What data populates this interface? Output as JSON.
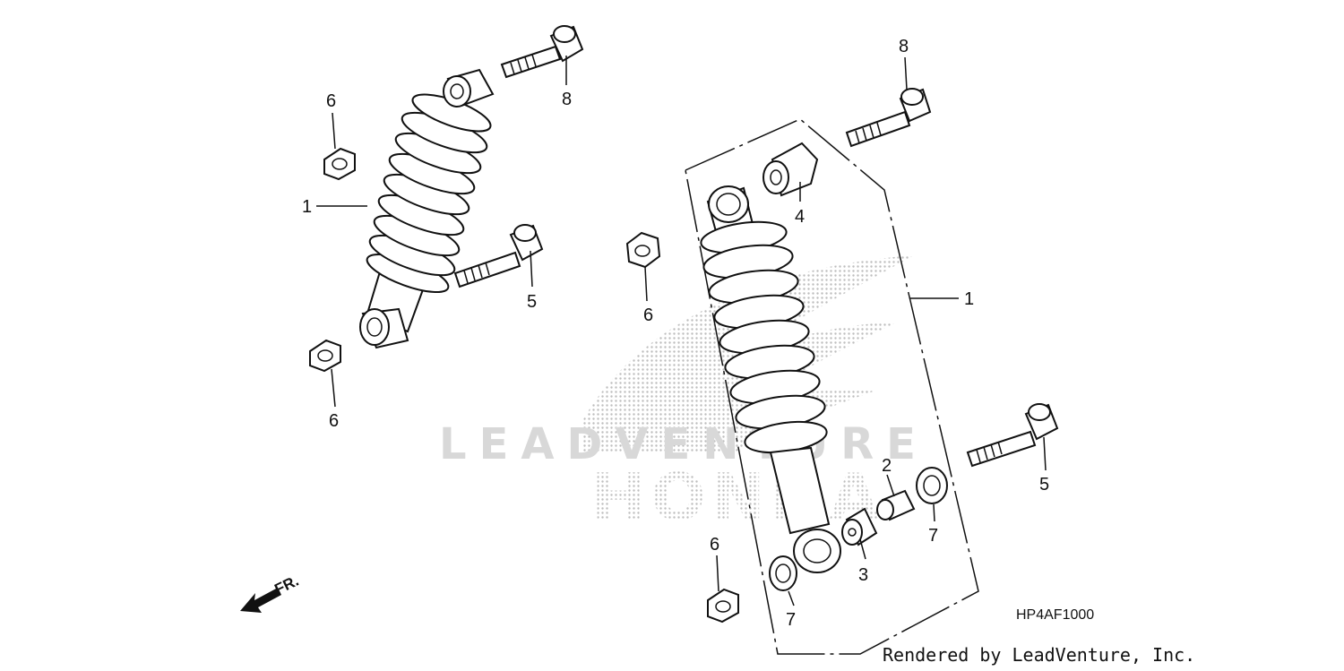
{
  "diagram": {
    "callouts": {
      "left_shock": "1",
      "left_upper_nut": "6",
      "left_upper_bolt": "8",
      "left_lower_bolt": "5",
      "left_lower_nut": "6",
      "right_shock": "1",
      "right_upper_bolt": "8",
      "right_bushing": "4",
      "right_upper_nut": "6",
      "right_lower_bolt": "5",
      "collar": "2",
      "bearing": "3",
      "seal_right": "7",
      "seal_left": "7",
      "right_lower_nut": "6"
    },
    "direction_label": "FR.",
    "diagram_code": "HP4AF1000",
    "credit": "Rendered by LeadVenture, Inc.",
    "watermark_text": "LEADVENTURE",
    "watermark_brand": "HONDA"
  },
  "colors": {
    "line": "#111111",
    "watermark": "#d8d8d8"
  }
}
